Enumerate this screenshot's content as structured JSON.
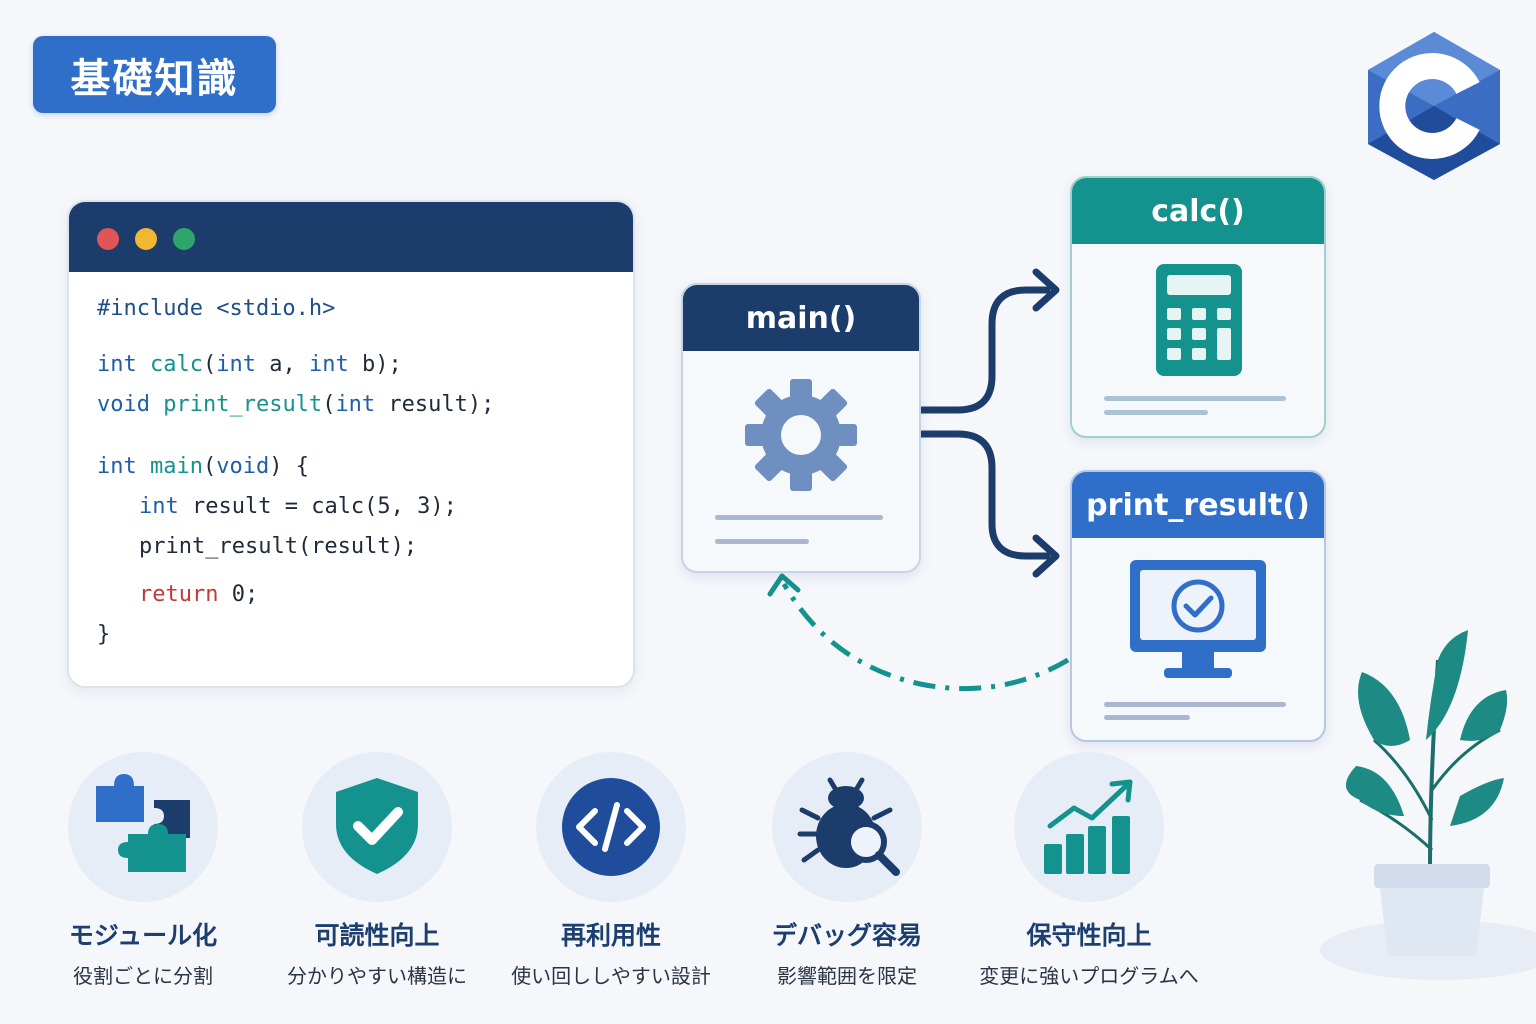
{
  "badge": {
    "label": "基礎知識"
  },
  "logo": {
    "letter": "C",
    "icon": "c-language-hexagon-icon"
  },
  "code_window": {
    "lines": [
      "#include <stdio.h>",
      "int calc(int a, int b);",
      "void print_result(int result);",
      "int main(void) {",
      "int result = calc(5, 3);",
      "print_result(result);",
      "return 0;",
      "}"
    ]
  },
  "functions": {
    "main": {
      "label": "main()",
      "icon": "gear-icon"
    },
    "calc": {
      "label": "calc()",
      "icon": "calculator-icon"
    },
    "print_result": {
      "label": "print_result()",
      "icon": "monitor-check-icon"
    }
  },
  "features": [
    {
      "title": "モジュール化",
      "subtitle": "役割ごとに分割",
      "icon": "puzzle-icon"
    },
    {
      "title": "可読性向上",
      "subtitle": "分かりやすい構造に",
      "icon": "shield-check-icon"
    },
    {
      "title": "再利用性",
      "subtitle": "使い回ししやすい設計",
      "icon": "code-icon"
    },
    {
      "title": "デバッグ容易",
      "subtitle": "影響範囲を限定",
      "icon": "bug-search-icon"
    },
    {
      "title": "保守性向上",
      "subtitle": "変更に強いプログラムへ",
      "icon": "growth-chart-icon"
    }
  ],
  "colors": {
    "navy": "#1c3d6c",
    "blue": "#2f6fca",
    "teal": "#14928e",
    "dot_red": "#e05555",
    "dot_yellow": "#f2b632",
    "dot_green": "#2ea56a"
  }
}
